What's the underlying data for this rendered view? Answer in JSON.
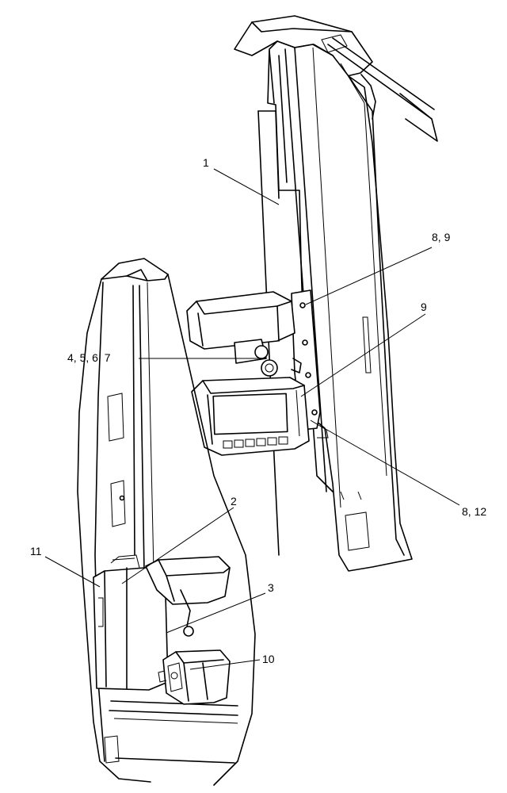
{
  "callouts": {
    "c1": "1",
    "c2": "2",
    "c3": "3",
    "c4567": "4, 5, 6, 7",
    "c89": "8, 9",
    "c9": "9",
    "c10": "10",
    "c11": "11",
    "c812": "8, 12"
  },
  "colors": {
    "line": "#000000",
    "background": "#ffffff"
  }
}
